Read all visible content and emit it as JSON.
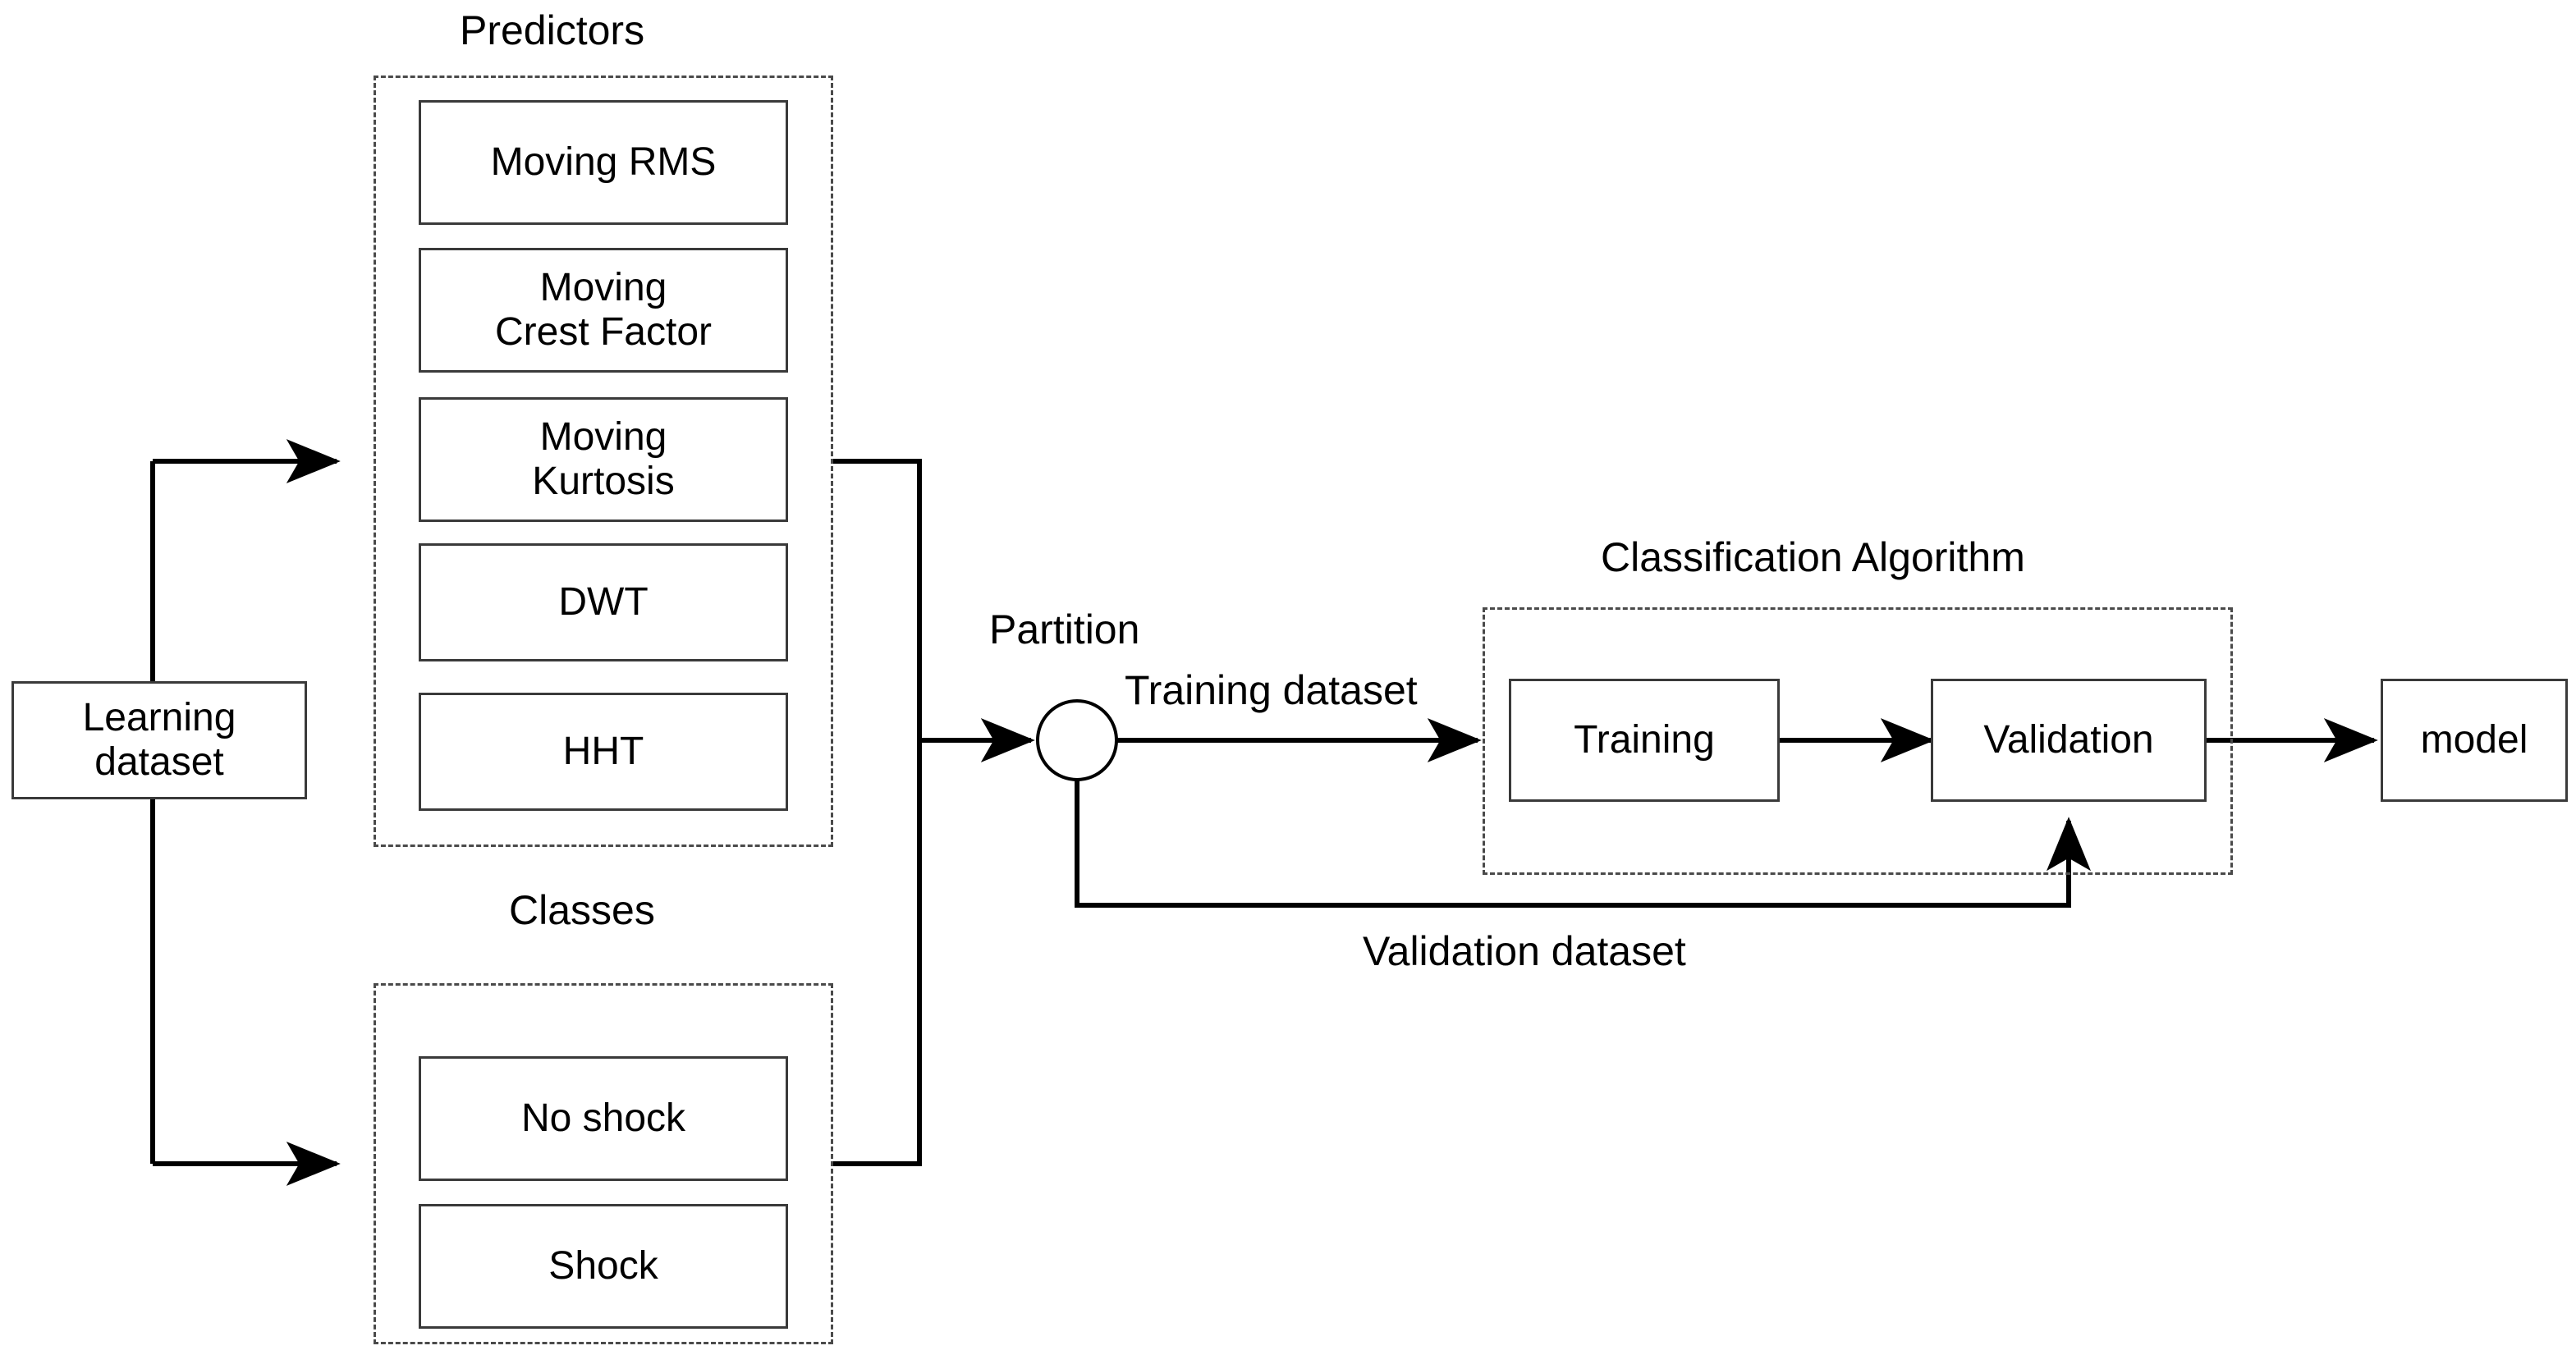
{
  "diagram": {
    "title_hidden": "",
    "groups": [
      {
        "id": "predictors",
        "label": "Predictors"
      },
      {
        "id": "classes",
        "label": "Classes"
      },
      {
        "id": "classification_algorithm",
        "label": "Classification Algorithm"
      }
    ],
    "nodes": {
      "learning_dataset": {
        "label_line1": "Learning",
        "label_line2": "dataset"
      },
      "predictors": [
        {
          "id": "moving-rms",
          "line1": "Moving RMS",
          "line2": ""
        },
        {
          "id": "moving-crest-factor",
          "line1": "Moving",
          "line2": "Crest Factor"
        },
        {
          "id": "moving-kurtosis",
          "line1": "Moving",
          "line2": "Kurtosis"
        },
        {
          "id": "dwt",
          "line1": "DWT",
          "line2": ""
        },
        {
          "id": "hht",
          "line1": "HHT",
          "line2": ""
        }
      ],
      "classes": [
        {
          "id": "no-shock",
          "line1": "No shock",
          "line2": ""
        },
        {
          "id": "shock",
          "line1": "Shock",
          "line2": ""
        }
      ],
      "partition": {
        "label": "Partition"
      },
      "training": {
        "label": "Training"
      },
      "validation": {
        "label": "Validation"
      },
      "model": {
        "label": "model"
      }
    },
    "edge_labels": {
      "training_dataset": "Training dataset",
      "validation_dataset": "Validation dataset"
    },
    "colors": {
      "stroke": "#3a3a3a",
      "dashed_stroke": "#4a4a4a",
      "arrow": "#000000",
      "text": "#000000",
      "background": "#ffffff"
    }
  }
}
